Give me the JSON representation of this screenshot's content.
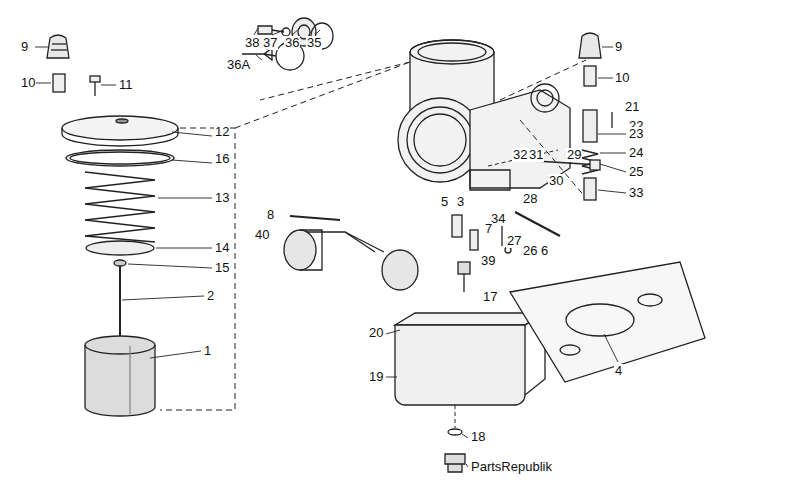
{
  "diagram": {
    "labels": [
      "9",
      "10",
      "11",
      "12",
      "16",
      "13",
      "14",
      "15",
      "2",
      "1",
      "38",
      "37",
      "36",
      "35",
      "36A",
      "9",
      "10",
      "21",
      "22",
      "23",
      "24",
      "25",
      "33",
      "32",
      "31",
      "30",
      "29",
      "28",
      "27",
      "26",
      "6",
      "34",
      "39",
      "5",
      "3",
      "7",
      "17",
      "8",
      "40",
      "20",
      "19",
      "4",
      "18",
      "PartsRepublik"
    ]
  }
}
